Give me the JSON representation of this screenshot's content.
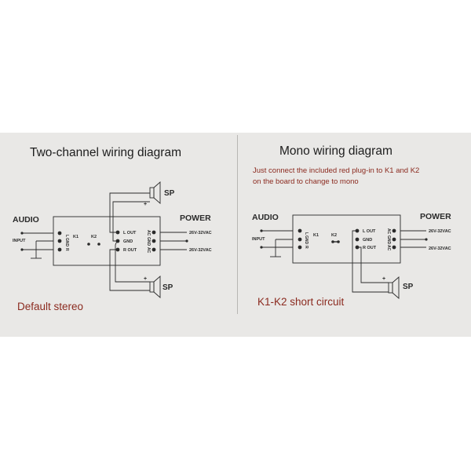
{
  "left": {
    "title": "Two-channel wiring diagram",
    "audio_label": "AUDIO",
    "power_label": "POWER",
    "input_label": "INPUT",
    "sp_top": "SP",
    "sp_bottom": "SP",
    "k1": "K1",
    "k2": "K2",
    "in_pins": [
      "L",
      "GND",
      "R"
    ],
    "out_pins": [
      "L OUT",
      "GND",
      "R OUT"
    ],
    "ac_pins": [
      "AC",
      "GND",
      "AC"
    ],
    "vac_top": "26V-32VAC",
    "vac_bottom": "26V-32VAC",
    "caption": "Default stereo"
  },
  "right": {
    "title": "Mono wiring diagram",
    "note_line1": "Just connect the included red plug-in to K1 and K2",
    "note_line2": "on the board to change to mono",
    "audio_label": "AUDIO",
    "power_label": "POWER",
    "input_label": "INPUT",
    "sp": "SP",
    "k1": "K1",
    "k2": "K2",
    "in_pins": [
      "L",
      "GND",
      "R"
    ],
    "out_pins": [
      "L OUT",
      "GND",
      "R OUT"
    ],
    "ac_pins": [
      "AC",
      "GND",
      "AC"
    ],
    "vac_top": "26V-32VAC",
    "vac_bottom": "26V-32VAC",
    "caption": "K1-K2 short circuit"
  },
  "colors": {
    "panel": "#e9e8e6",
    "caption_red": "#8b2a1f",
    "line": "#2a2a2a"
  }
}
